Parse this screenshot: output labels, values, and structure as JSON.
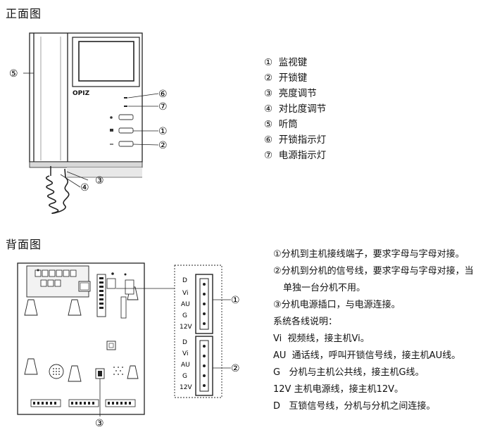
{
  "front": {
    "title": "正面图",
    "brand": "OPIZ",
    "callouts": [
      "①",
      "②",
      "③",
      "④",
      "⑤",
      "⑥",
      "⑦"
    ],
    "legend": [
      {
        "num": "①",
        "label": "监视键"
      },
      {
        "num": "②",
        "label": "开锁键"
      },
      {
        "num": "③",
        "label": "亮度调节"
      },
      {
        "num": "④",
        "label": "对比度调节"
      },
      {
        "num": "⑤",
        "label": "听筒"
      },
      {
        "num": "⑥",
        "label": "开锁指示灯"
      },
      {
        "num": "⑦",
        "label": "电源指示灯"
      }
    ]
  },
  "back": {
    "title": "背面图",
    "callouts": [
      "①",
      "②",
      "③"
    ],
    "connector_pins": [
      "D",
      "Vi",
      "AU",
      "G",
      "12V"
    ],
    "notes": [
      "①分机到主机接线端子，要求字母与字母对接。",
      "②分机到分机的信号线，要求字母与字母对接，当",
      "单独一台分机不用。",
      "③分机电源插口，与电源连接。",
      "系统各线说明：",
      "Vi  视频线，接主机Vi。",
      "AU  通话线，呼叫开锁信号线，接主机AU线。",
      "G   分机与主机公共线，接主机G线。",
      "12V 主机电源线，接主机12V。",
      "D   互锁信号线，分机与分机之间连接。"
    ]
  }
}
